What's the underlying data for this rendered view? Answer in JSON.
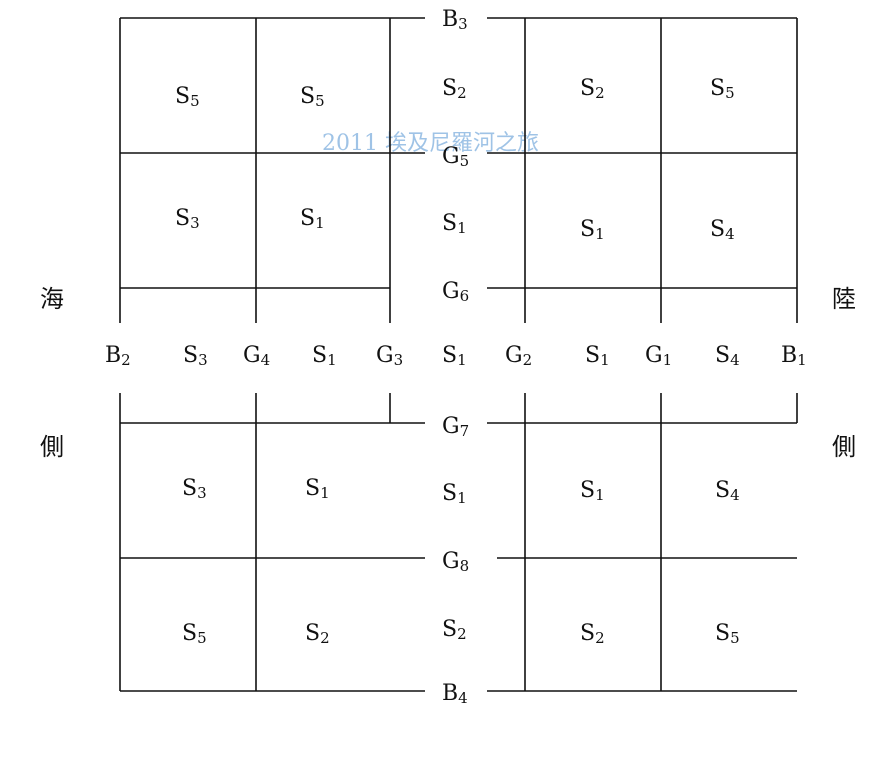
{
  "watermark": "2011 埃及尼羅河之旅",
  "side_left": [
    "海",
    "側"
  ],
  "side_right": [
    "陸",
    "側"
  ],
  "middle_column": [
    {
      "base": "B",
      "sub": "3"
    },
    {
      "base": "S",
      "sub": "2"
    },
    {
      "base": "G",
      "sub": "5"
    },
    {
      "base": "S",
      "sub": "1"
    },
    {
      "base": "G",
      "sub": "6"
    },
    {
      "base": "S",
      "sub": "1"
    },
    {
      "base": "G",
      "sub": "7"
    },
    {
      "base": "S",
      "sub": "1"
    },
    {
      "base": "G",
      "sub": "8"
    },
    {
      "base": "S",
      "sub": "2"
    },
    {
      "base": "B",
      "sub": "4"
    }
  ],
  "crossing_row_left": [
    {
      "base": "B",
      "sub": "2"
    },
    {
      "base": "S",
      "sub": "3"
    },
    {
      "base": "G",
      "sub": "4"
    },
    {
      "base": "S",
      "sub": "1"
    },
    {
      "base": "G",
      "sub": "3"
    }
  ],
  "crossing_row_right": [
    {
      "base": "G",
      "sub": "2"
    },
    {
      "base": "S",
      "sub": "1"
    },
    {
      "base": "G",
      "sub": "1"
    },
    {
      "base": "S",
      "sub": "4"
    },
    {
      "base": "B",
      "sub": "1"
    }
  ],
  "top_left_block": [
    [
      {
        "base": "S",
        "sub": "5"
      },
      {
        "base": "S",
        "sub": "5"
      }
    ],
    [
      {
        "base": "S",
        "sub": "3"
      },
      {
        "base": "S",
        "sub": "1"
      }
    ]
  ],
  "top_right_block": [
    [
      {
        "base": "S",
        "sub": "2"
      },
      {
        "base": "S",
        "sub": "5"
      }
    ],
    [
      {
        "base": "S",
        "sub": "1"
      },
      {
        "base": "S",
        "sub": "4"
      }
    ]
  ],
  "bottom_left_block": [
    [
      {
        "base": "S",
        "sub": "3"
      },
      {
        "base": "S",
        "sub": "1"
      }
    ],
    [
      {
        "base": "S",
        "sub": "5"
      },
      {
        "base": "S",
        "sub": "2"
      }
    ]
  ],
  "bottom_right_block": [
    [
      {
        "base": "S",
        "sub": "1"
      },
      {
        "base": "S",
        "sub": "4"
      }
    ],
    [
      {
        "base": "S",
        "sub": "2"
      },
      {
        "base": "S",
        "sub": "5"
      }
    ]
  ]
}
